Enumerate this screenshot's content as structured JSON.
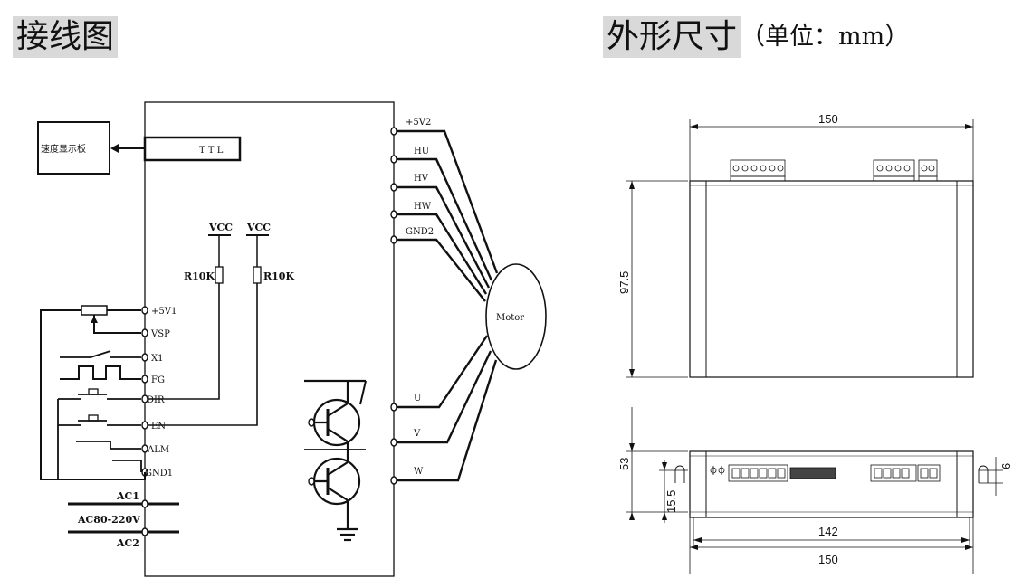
{
  "headings": {
    "wiring_title": "接线图",
    "dimension_title": "外形尺寸",
    "dimension_unit": "（单位：mm）"
  },
  "wiring": {
    "display_board": "速度显示板",
    "ttl": "T T L",
    "vcc_left": "VCC",
    "vcc_right": "VCC",
    "resistor_left": "R10K",
    "resistor_right": "R10K",
    "left_terminals": [
      "+5V1",
      "VSP",
      "X1",
      "FG",
      "DIR",
      "EN",
      "ALM",
      "GND1"
    ],
    "power": {
      "ac1": "AC1",
      "ac_range": "AC80-220V",
      "ac2": "AC2"
    },
    "right_terminals": [
      "+5V2",
      "HU",
      "HV",
      "HW",
      "GND2"
    ],
    "motor_phases": [
      "U",
      "V",
      "W"
    ],
    "motor": "Motor"
  },
  "dimensions": {
    "top_width": "150",
    "height": "97.5",
    "side_height": "53",
    "hole_offset": "15.5",
    "hole_dia": "6",
    "hole_spacing": "142",
    "bottom_width": "150"
  }
}
